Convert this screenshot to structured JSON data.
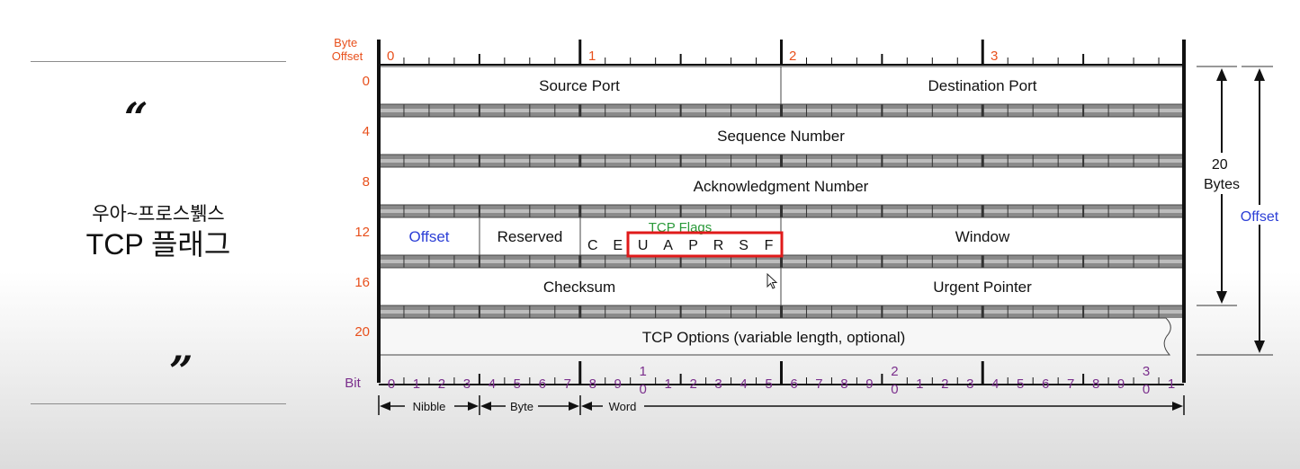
{
  "slide": {
    "open_quote": "“",
    "close_quote": "”",
    "subtitle_line1": "우아~프로스뷁스",
    "subtitle_line2": "TCP 플래그"
  },
  "diagram": {
    "byte_offset_label": "Byte\nOffset",
    "byte_numbers": [
      "0",
      "1",
      "2",
      "3"
    ],
    "row_offsets": [
      "0",
      "4",
      "8",
      "12",
      "16",
      "20"
    ],
    "fields": {
      "source_port": "Source Port",
      "destination_port": "Destination Port",
      "sequence_number": "Sequence Number",
      "acknowledgment_number": "Acknowledgment Number",
      "offset": "Offset",
      "reserved": "Reserved",
      "tcp_flags": "TCP Flags",
      "window": "Window",
      "checksum": "Checksum",
      "urgent_pointer": "Urgent Pointer",
      "tcp_options": "TCP Options (variable length, optional)"
    },
    "flags": [
      "C",
      "E",
      "U",
      "A",
      "P",
      "R",
      "S",
      "F"
    ],
    "highlighted_flags": [
      "U",
      "A",
      "P",
      "R",
      "S",
      "F"
    ],
    "bit_label": "Bit",
    "bit_numbers": [
      "0",
      "1",
      "2",
      "3",
      "4",
      "5",
      "6",
      "7",
      "8",
      "9",
      "1\n0",
      "1",
      "2",
      "3",
      "4",
      "5",
      "6",
      "7",
      "8",
      "9",
      "2\n0",
      "1",
      "2",
      "3",
      "4",
      "5",
      "6",
      "7",
      "8",
      "9",
      "3\n0",
      "1"
    ],
    "nibble_label": "Nibble",
    "byte_label": "Byte",
    "word_label": "Word",
    "twenty_bytes_label": "20\nBytes",
    "offset_right_label": "Offset",
    "colors": {
      "orange": "#e8501c",
      "purple": "#7a2e8c",
      "blue": "#2c3fd6",
      "green": "#2a9a3a",
      "highlight_box": "#e01a1a"
    }
  }
}
